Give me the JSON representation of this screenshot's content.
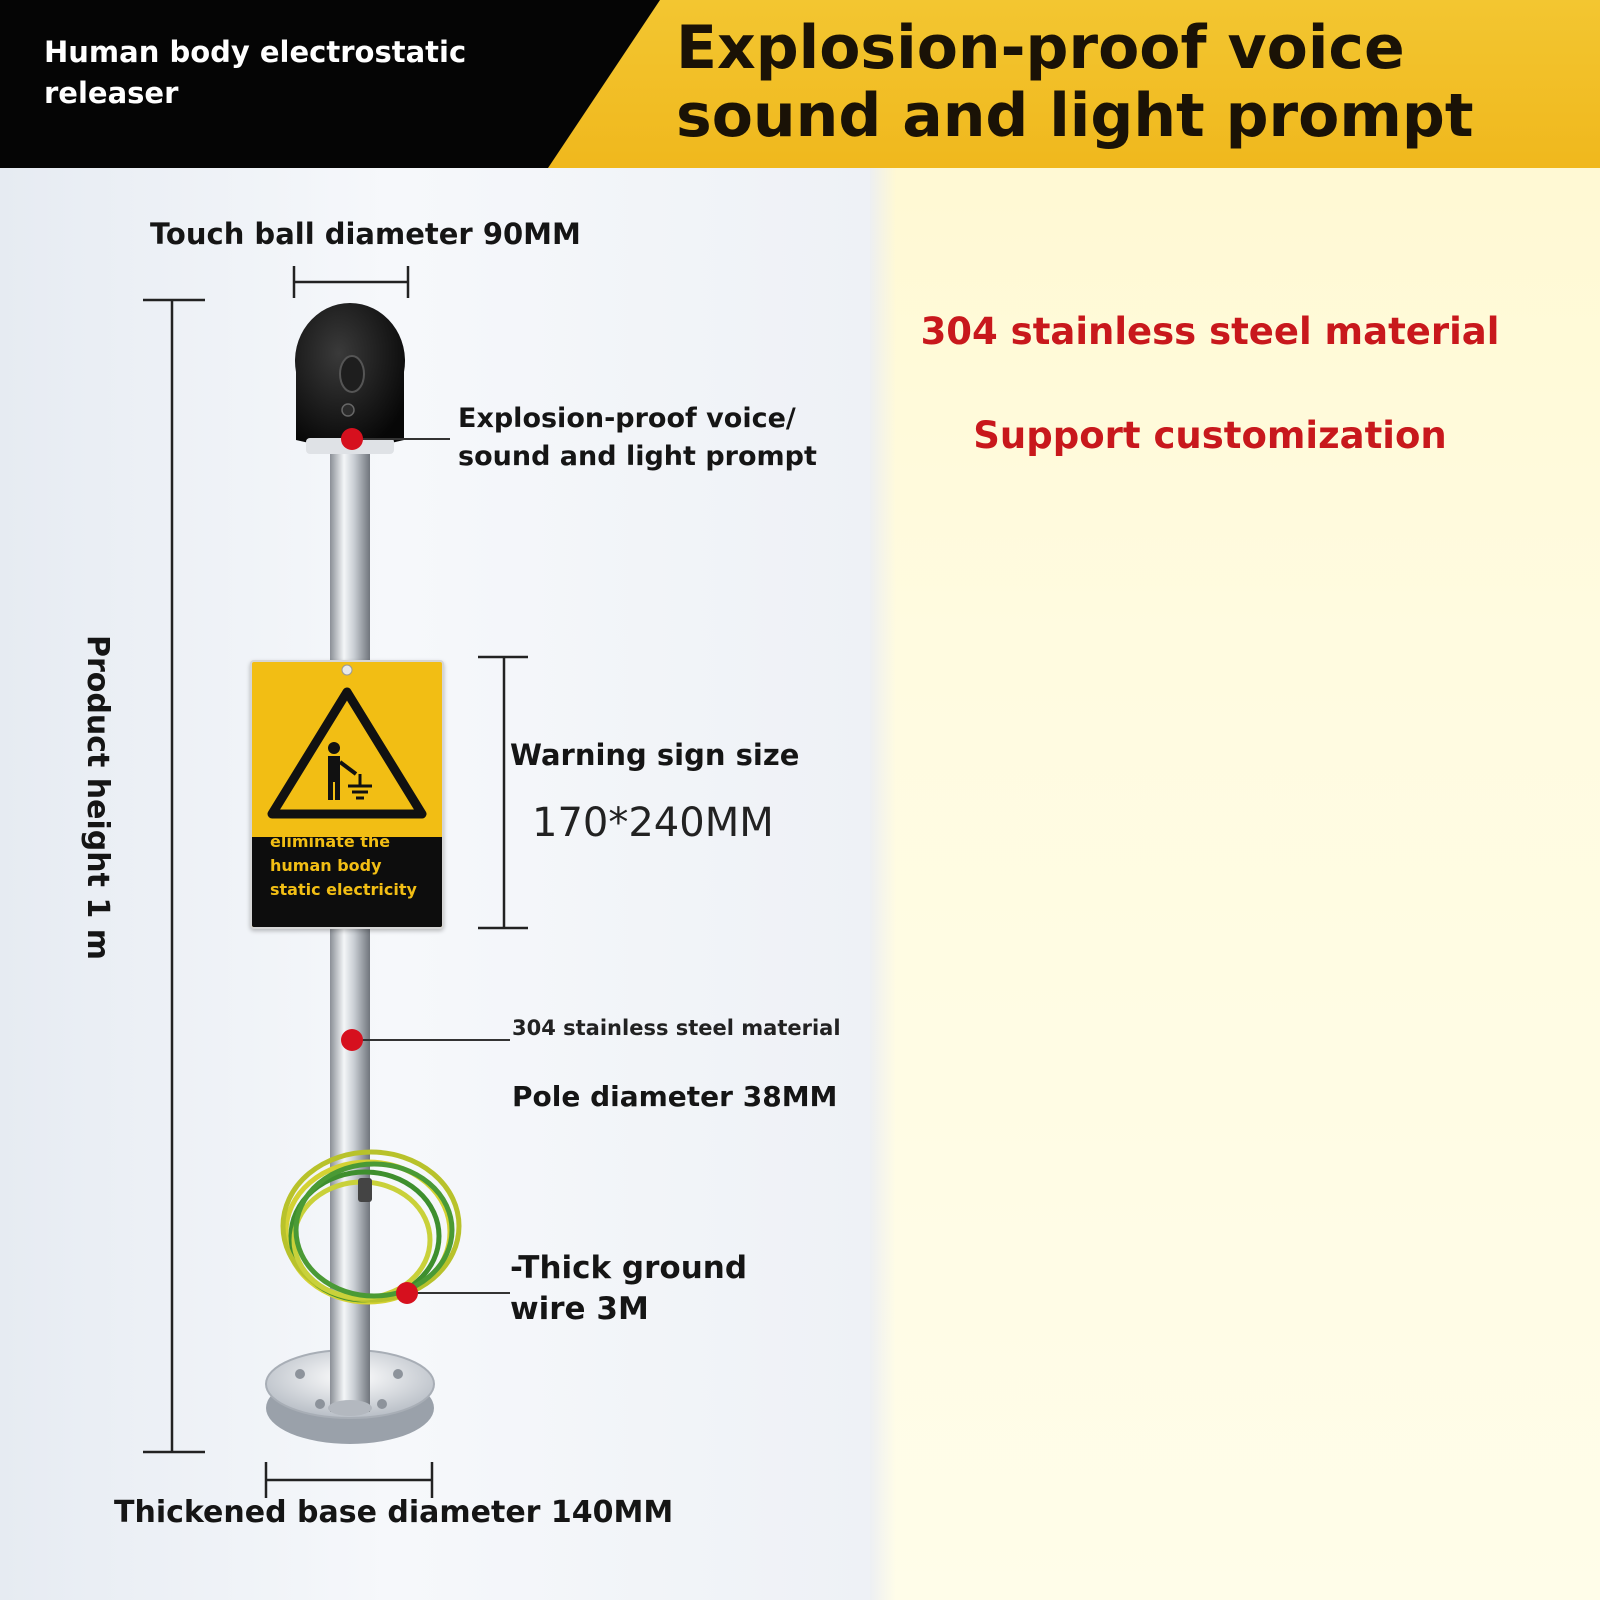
{
  "header": {
    "subtitle": "Human body electrostatic releaser",
    "title": "Explosion-proof voice sound and light prompt"
  },
  "features": [
    "304 stainless steel material",
    "Support customization"
  ],
  "dimensions": {
    "touch_ball": "Touch ball diameter 90MM",
    "product_height": "Product height 1 m",
    "warning_sign_label": "Warning sign size",
    "warning_sign_size": "170*240MM",
    "base": "Thickened base diameter 140MM"
  },
  "callouts": {
    "prompt": "Explosion-proof voice/ sound and light prompt",
    "material": "304 stainless steel material",
    "pole": "Pole diameter 38MM",
    "ground_wire": "-Thick ground wire 3M"
  },
  "sign": {
    "text": "eliminate the human body static electricity"
  },
  "colors": {
    "header_yellow": "#f0b81d",
    "header_black": "#050505",
    "accent_red": "#c8181c",
    "sign_yellow": "#f2be14"
  }
}
